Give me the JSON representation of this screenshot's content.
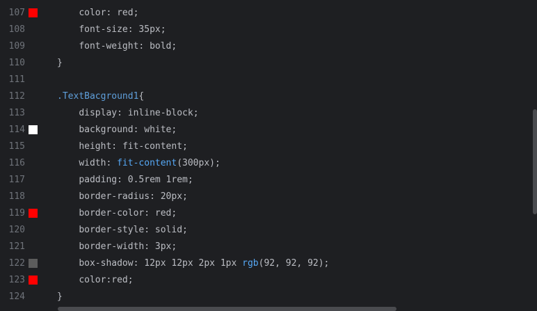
{
  "lines": [
    {
      "num": "107",
      "swatch": "#ff0000",
      "indent": "    ",
      "tokens": [
        {
          "t": "prop",
          "v": "color"
        },
        {
          "t": "punc",
          "v": ": "
        },
        {
          "t": "val",
          "v": "red"
        },
        {
          "t": "punc",
          "v": ";"
        }
      ]
    },
    {
      "num": "108",
      "swatch": null,
      "indent": "    ",
      "tokens": [
        {
          "t": "prop",
          "v": "font-size"
        },
        {
          "t": "punc",
          "v": ": "
        },
        {
          "t": "num",
          "v": "35px"
        },
        {
          "t": "punc",
          "v": ";"
        }
      ]
    },
    {
      "num": "109",
      "swatch": null,
      "indent": "    ",
      "tokens": [
        {
          "t": "prop",
          "v": "font-weight"
        },
        {
          "t": "punc",
          "v": ": "
        },
        {
          "t": "val",
          "v": "bold"
        },
        {
          "t": "punc",
          "v": ";"
        }
      ]
    },
    {
      "num": "110",
      "swatch": null,
      "indent": "",
      "tokens": [
        {
          "t": "punc",
          "v": "}"
        }
      ]
    },
    {
      "num": "111",
      "swatch": null,
      "indent": "",
      "tokens": []
    },
    {
      "num": "112",
      "swatch": null,
      "indent": "",
      "tokens": [
        {
          "t": "sel",
          "v": ".TextBacground1"
        },
        {
          "t": "punc",
          "v": "{"
        }
      ]
    },
    {
      "num": "113",
      "swatch": null,
      "indent": "    ",
      "tokens": [
        {
          "t": "prop",
          "v": "display"
        },
        {
          "t": "punc",
          "v": ": "
        },
        {
          "t": "val",
          "v": "inline-block"
        },
        {
          "t": "punc",
          "v": ";"
        }
      ]
    },
    {
      "num": "114",
      "swatch": "#ffffff",
      "indent": "    ",
      "tokens": [
        {
          "t": "prop",
          "v": "background"
        },
        {
          "t": "punc",
          "v": ": "
        },
        {
          "t": "val",
          "v": "white"
        },
        {
          "t": "punc",
          "v": ";"
        }
      ]
    },
    {
      "num": "115",
      "swatch": null,
      "indent": "    ",
      "tokens": [
        {
          "t": "prop",
          "v": "height"
        },
        {
          "t": "punc",
          "v": ": "
        },
        {
          "t": "val",
          "v": "fit-content"
        },
        {
          "t": "punc",
          "v": ";"
        }
      ]
    },
    {
      "num": "116",
      "swatch": null,
      "indent": "    ",
      "tokens": [
        {
          "t": "prop",
          "v": "width"
        },
        {
          "t": "punc",
          "v": ": "
        },
        {
          "t": "fn",
          "v": "fit-content"
        },
        {
          "t": "punc",
          "v": "("
        },
        {
          "t": "num",
          "v": "300px"
        },
        {
          "t": "punc",
          "v": ");"
        }
      ]
    },
    {
      "num": "117",
      "swatch": null,
      "indent": "    ",
      "tokens": [
        {
          "t": "prop",
          "v": "padding"
        },
        {
          "t": "punc",
          "v": ": "
        },
        {
          "t": "num",
          "v": "0.5rem 1rem"
        },
        {
          "t": "punc",
          "v": ";"
        }
      ]
    },
    {
      "num": "118",
      "swatch": null,
      "indent": "    ",
      "tokens": [
        {
          "t": "prop",
          "v": "border-radius"
        },
        {
          "t": "punc",
          "v": ": "
        },
        {
          "t": "num",
          "v": "20px"
        },
        {
          "t": "punc",
          "v": ";"
        }
      ]
    },
    {
      "num": "119",
      "swatch": "#ff0000",
      "indent": "    ",
      "tokens": [
        {
          "t": "prop",
          "v": "border-color"
        },
        {
          "t": "punc",
          "v": ": "
        },
        {
          "t": "val",
          "v": "red"
        },
        {
          "t": "punc",
          "v": ";"
        }
      ]
    },
    {
      "num": "120",
      "swatch": null,
      "indent": "    ",
      "tokens": [
        {
          "t": "prop",
          "v": "border-style"
        },
        {
          "t": "punc",
          "v": ": "
        },
        {
          "t": "val",
          "v": "solid"
        },
        {
          "t": "punc",
          "v": ";"
        }
      ]
    },
    {
      "num": "121",
      "swatch": null,
      "indent": "    ",
      "tokens": [
        {
          "t": "prop",
          "v": "border-width"
        },
        {
          "t": "punc",
          "v": ": "
        },
        {
          "t": "num",
          "v": "3px"
        },
        {
          "t": "punc",
          "v": ";"
        }
      ]
    },
    {
      "num": "122",
      "swatch": "#5c5c5c",
      "indent": "    ",
      "tokens": [
        {
          "t": "prop",
          "v": "box-shadow"
        },
        {
          "t": "punc",
          "v": ": "
        },
        {
          "t": "num",
          "v": "12px 12px 2px 1px "
        },
        {
          "t": "fn",
          "v": "rgb"
        },
        {
          "t": "punc",
          "v": "("
        },
        {
          "t": "num",
          "v": "92, 92, 92"
        },
        {
          "t": "punc",
          "v": ");"
        }
      ]
    },
    {
      "num": "123",
      "swatch": "#ff0000",
      "indent": "    ",
      "tokens": [
        {
          "t": "prop",
          "v": "color"
        },
        {
          "t": "punc",
          "v": ":"
        },
        {
          "t": "val",
          "v": "red"
        },
        {
          "t": "punc",
          "v": ";"
        }
      ]
    },
    {
      "num": "124",
      "swatch": null,
      "indent": "",
      "tokens": [
        {
          "t": "punc",
          "v": "}"
        }
      ]
    }
  ]
}
